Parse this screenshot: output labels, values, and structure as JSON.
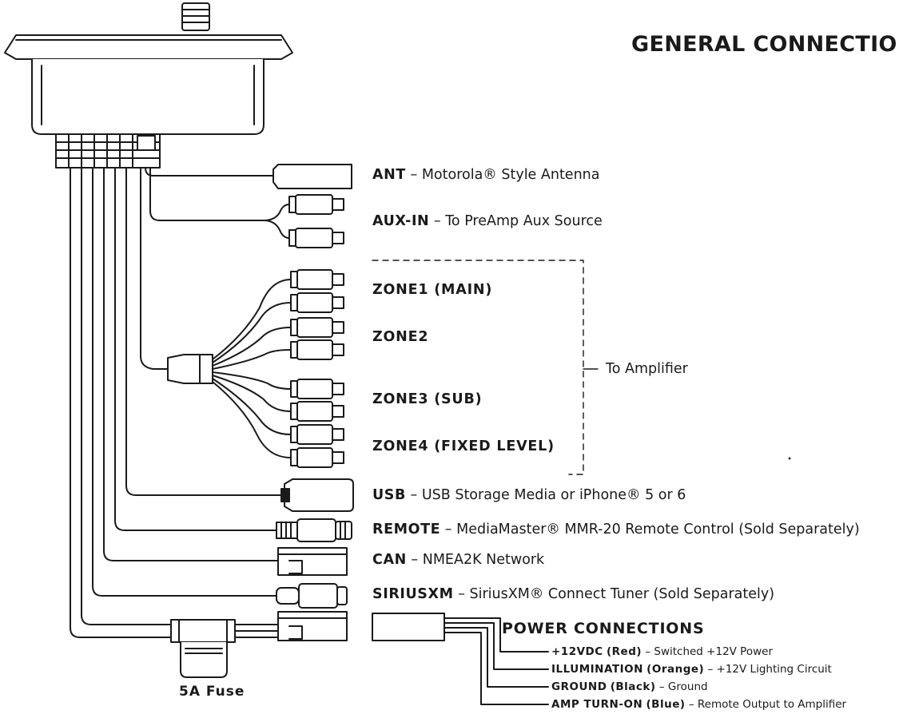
{
  "title": "GENERAL CONNECTIO",
  "connections": [
    {
      "name": "ANT",
      "desc": "– Motorola® Style Antenna"
    },
    {
      "name": "AUX-IN",
      "desc": "– To PreAmp Aux Source"
    },
    {
      "name": "USB",
      "desc": "– USB Storage Media or iPhone® 5 or 6"
    },
    {
      "name": "REMOTE",
      "desc": "– MediaMaster® MMR-20 Remote Control (Sold Separately)"
    },
    {
      "name": "CAN",
      "desc": "– NMEA2K Network"
    },
    {
      "name": "SIRIUSXM",
      "desc": "– SiriusXM® Connect Tuner (Sold Separately)"
    }
  ],
  "zones": [
    "ZONE1 (MAIN)",
    "ZONE2",
    "ZONE3 (SUB)",
    "ZONE4 (FIXED LEVEL)"
  ],
  "amplifier_label": "To Amplifier",
  "power": {
    "title": "POWER CONNECTIONS",
    "wires": [
      {
        "name": "+12VDC",
        "color": "(Red)",
        "desc": "– Switched +12V Power"
      },
      {
        "name": "ILLUMINATION",
        "color": "(Orange)",
        "desc": "– +12V Lighting Circuit"
      },
      {
        "name": "GROUND",
        "color": "(Black)",
        "desc": "– Ground"
      },
      {
        "name": "AMP TURN-ON",
        "color": "(Blue)",
        "desc": "– Remote Output to Amplifier"
      }
    ]
  },
  "fuse_label": "5A Fuse"
}
